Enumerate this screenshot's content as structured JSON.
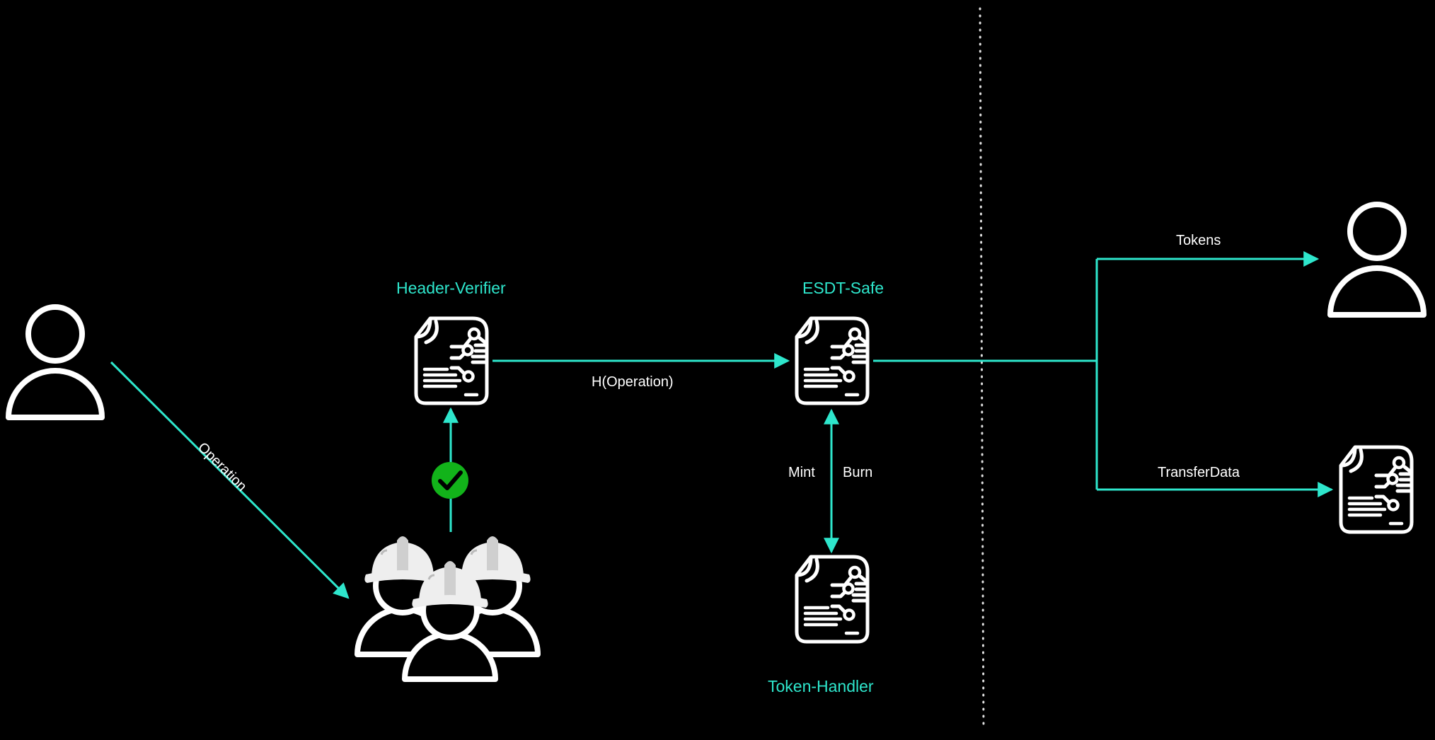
{
  "colors": {
    "background": "#000000",
    "accent": "#2ee6cc",
    "icon": "#ffffff",
    "check": "#12b31a",
    "helmet": "#eeeeee"
  },
  "nodes": {
    "header_verifier": {
      "label": "Header-Verifier",
      "icon": "smart-contract-icon"
    },
    "esdt_safe": {
      "label": "ESDT-Safe",
      "icon": "smart-contract-icon"
    },
    "token_handler": {
      "label": "Token-Handler",
      "icon": "smart-contract-icon"
    },
    "receiver_contract": {
      "icon": "smart-contract-icon"
    },
    "sender": {
      "icon": "user-icon"
    },
    "receiver": {
      "icon": "user-icon"
    },
    "validators": {
      "icon": "validators-icon"
    },
    "approval": {
      "icon": "check-icon"
    }
  },
  "edges": {
    "operation": "Operation",
    "h_operation": "H(Operation)",
    "mint": "Mint",
    "burn": "Burn",
    "tokens": "Tokens",
    "transfer_data": "TransferData"
  }
}
